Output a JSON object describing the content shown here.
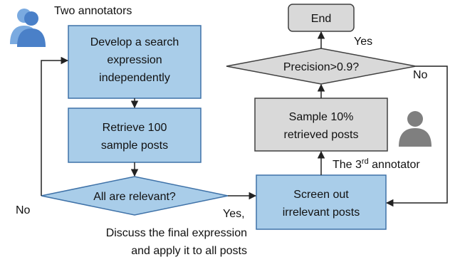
{
  "colors": {
    "blue_fill": "#a9cde9",
    "blue_stroke": "#3f72a8",
    "gray_fill": "#d9d9d9",
    "gray_stroke": "#404040",
    "arrow": "#222222",
    "person_blue": "#4a80c8",
    "person_blue_light": "#7aaae0",
    "person_gray": "#7f7f7f"
  },
  "icons": {
    "annotators": "two-annotators-icon",
    "third_annotator": "third-annotator-icon"
  },
  "nodes": {
    "develop": [
      "Develop a search",
      "expression",
      "independently"
    ],
    "retrieve": [
      "Retrieve 100",
      "sample posts"
    ],
    "decision": "All are relevant?",
    "screen": [
      "Screen out",
      "irrelevant posts"
    ],
    "sample": [
      "Sample 10%",
      "retrieved posts"
    ],
    "precision": "Precision>0.9?",
    "end": "End"
  },
  "labels": {
    "two_annotators": "Two annotators",
    "third_annotator_prefix": "The 3",
    "third_annotator_sup": "rd",
    "third_annotator_suffix": " annotator",
    "no_left": "No",
    "yes_decision": "Yes,",
    "discuss_line1": "Discuss the final expression",
    "discuss_line2": "and apply it to all posts",
    "yes_top": "Yes",
    "no_right": "No"
  }
}
